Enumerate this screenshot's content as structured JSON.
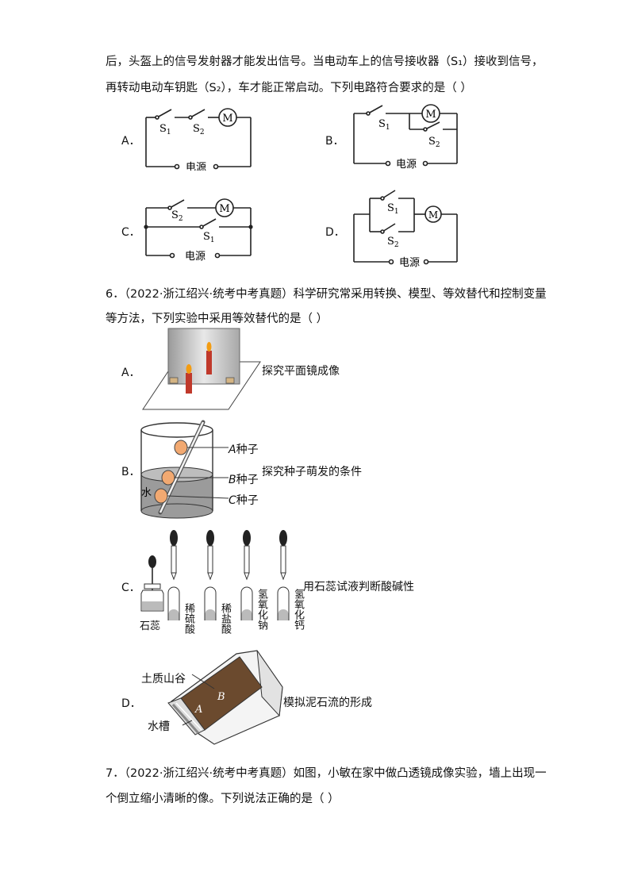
{
  "q5": {
    "line1": "后，头盔上的信号发射器才能发出信号。当电动车上的信号接收器（S₁）接收到信号，",
    "line2": "再转动电动车钥匙（S₂），车才能正常启动。下列电路符合要求的是（    ）",
    "options": {
      "a": "A．",
      "b": "B．",
      "c": "C．",
      "d": "D．"
    },
    "circuit": {
      "power": "电源",
      "motor": "M",
      "s1": "S",
      "s1_sub": "1",
      "s2": "S",
      "s2_sub": "2"
    }
  },
  "q6": {
    "line1": "6．（2022·浙江绍兴·统考中考真题）科学研究常采用转换、模型、等效替代和控制变量",
    "line2": "等方法，下列实验中采用等效替代的是（      ）",
    "options": {
      "a": "A．",
      "b": "B．",
      "c": "C．",
      "d": "D．"
    },
    "a_caption": "探究平面镜成像",
    "b_caption": "探究种子萌发的条件",
    "b_labels": {
      "a": "A种子",
      "b": "B种子",
      "c": "C种子",
      "water": "水"
    },
    "c_caption": "用石蕊试液判断酸碱性",
    "c_labels": [
      "石蕊",
      "稀硫酸",
      "稀盐酸",
      "氢氧化钠",
      "氢氧化钙"
    ],
    "d_caption": "模拟泥石流的形成",
    "d_labels": {
      "valley": "土质山谷",
      "trough": "水槽",
      "b": "B",
      "a": "A"
    }
  },
  "q7": {
    "line1": "7．（2022·浙江绍兴·统考中考真题）如图，小敏在家中做凸透镜成像实验，墙上出现一",
    "line2": "个倒立缩小清晰的像。下列说法正确的是（      ）"
  }
}
